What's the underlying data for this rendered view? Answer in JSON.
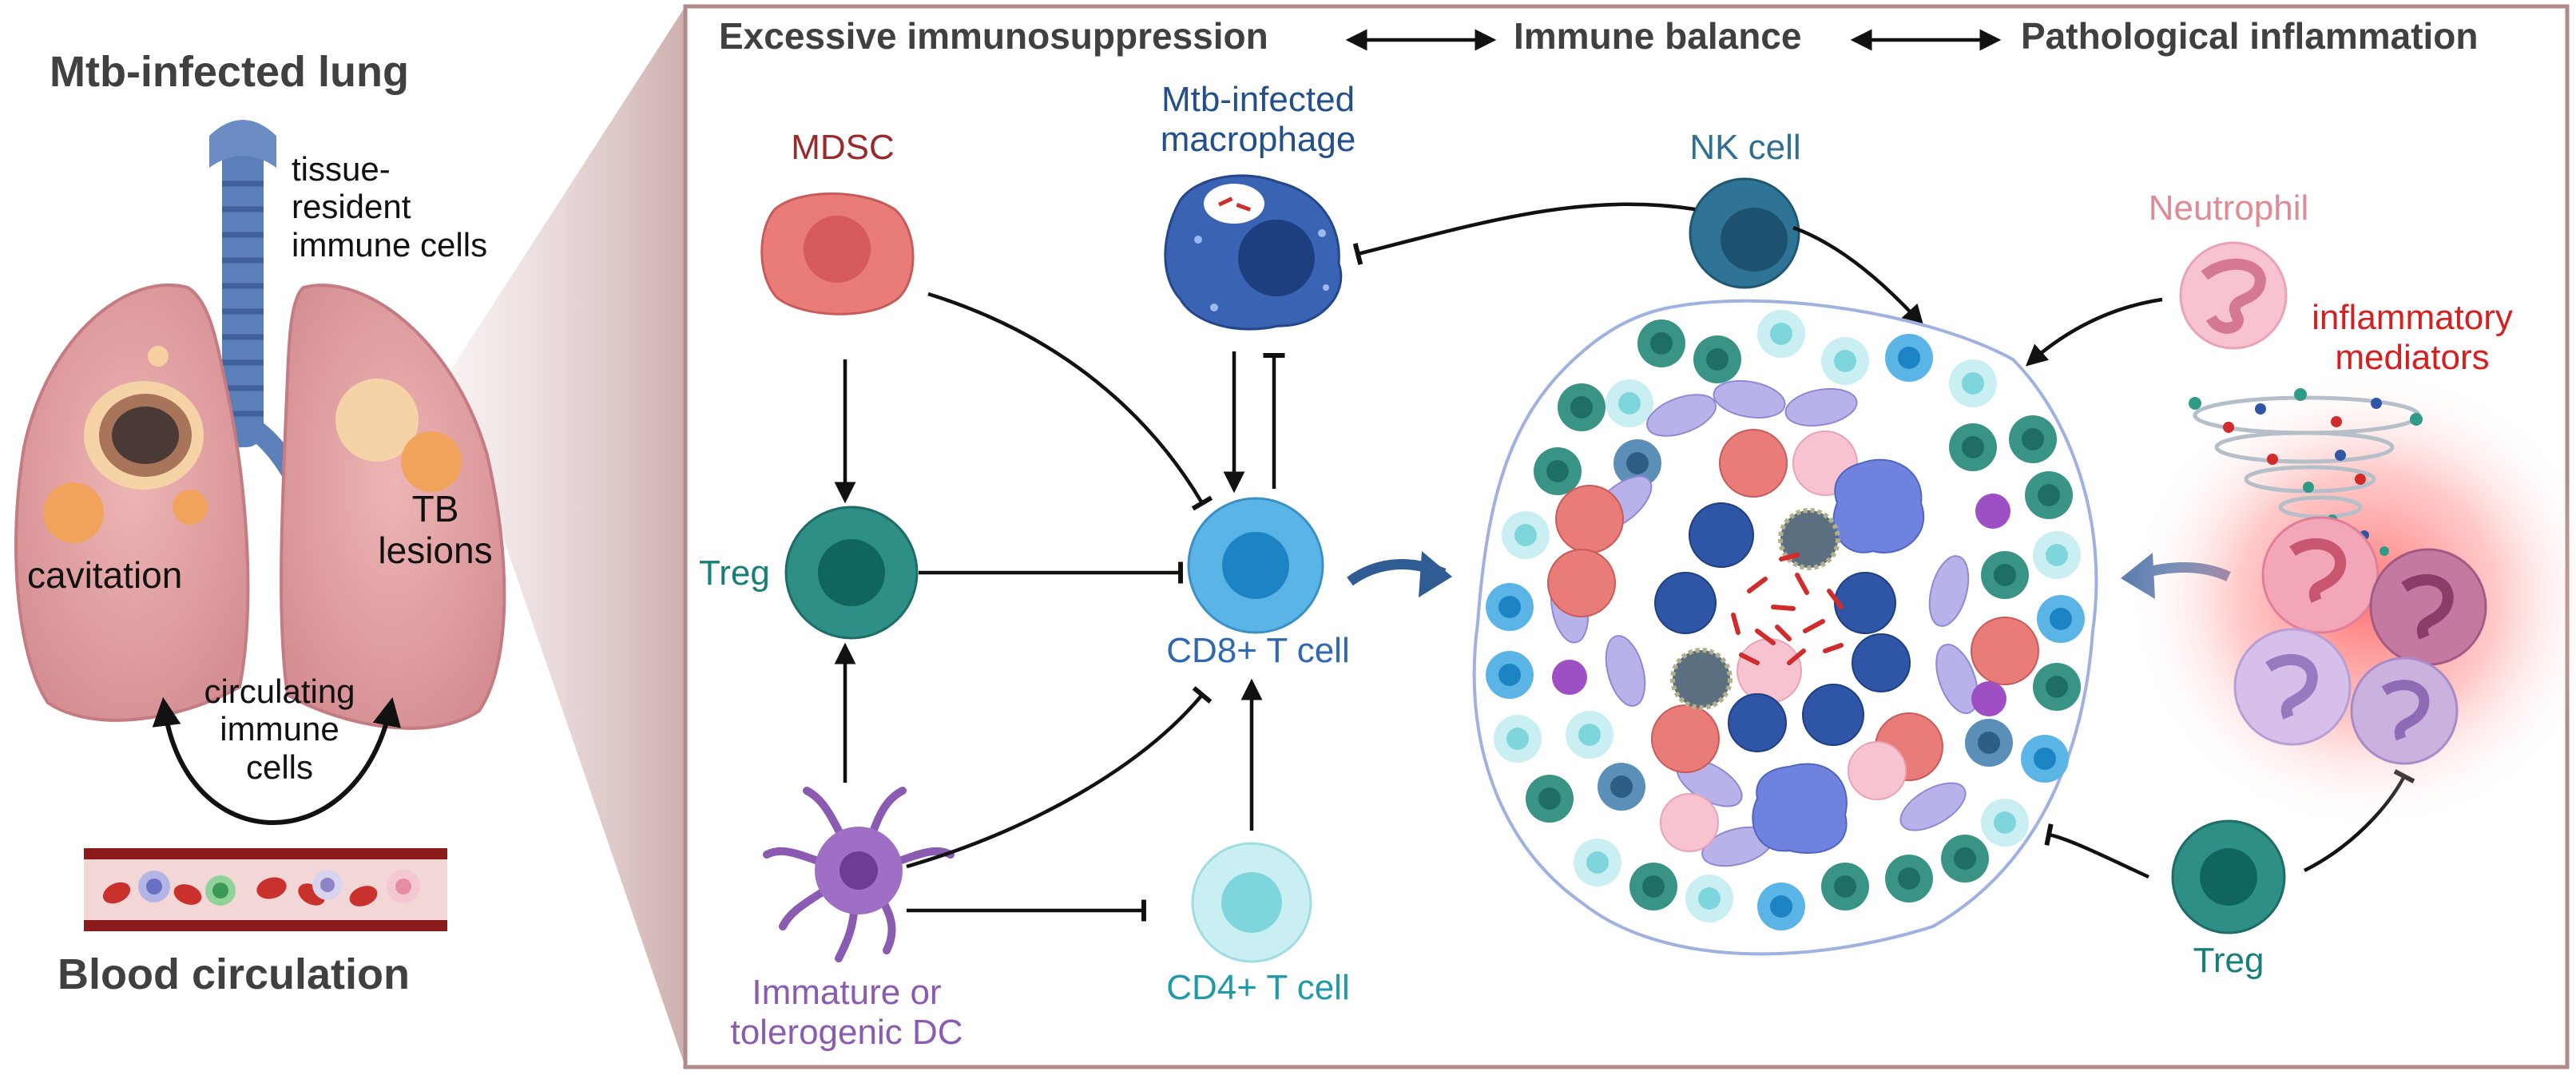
{
  "left_panel": {
    "title": "Mtb-infected lung",
    "tissue_resident_label": "tissue-\nresident\nimmune cells",
    "cavitation_label": "cavitation",
    "tb_lesions_label": "TB\nlesions",
    "circulating_label": "circulating\nimmune\ncells",
    "blood_label": "Blood circulation"
  },
  "header": {
    "left": "Excessive immunosuppression",
    "middle": "Immune balance",
    "right": "Pathological inflammation"
  },
  "cells": {
    "mdsc": "MDSC",
    "macrophage": "Mtb-infected\nmacrophage",
    "nk": "NK cell",
    "neutrophil": "Neutrophil",
    "mediators": "inflammatory\nmediators",
    "treg_left": "Treg",
    "cd8": "CD8+ T cell",
    "dc": "Immature or\ntolerogenic DC",
    "cd4": "CD4+ T cell",
    "treg_right": "Treg"
  },
  "colors": {
    "frame": "#b08a8a",
    "header_text": "#404040",
    "mdsc": "#9a2a2a",
    "macrophage": "#234f8c",
    "nk": "#2f6f8f",
    "neutrophil": "#e08a96",
    "mediators": "#d61f1f",
    "treg": "#177f7a",
    "cd8": "#2f67b3",
    "dc": "#8a5bb0",
    "cd4": "#1f9aa8"
  }
}
